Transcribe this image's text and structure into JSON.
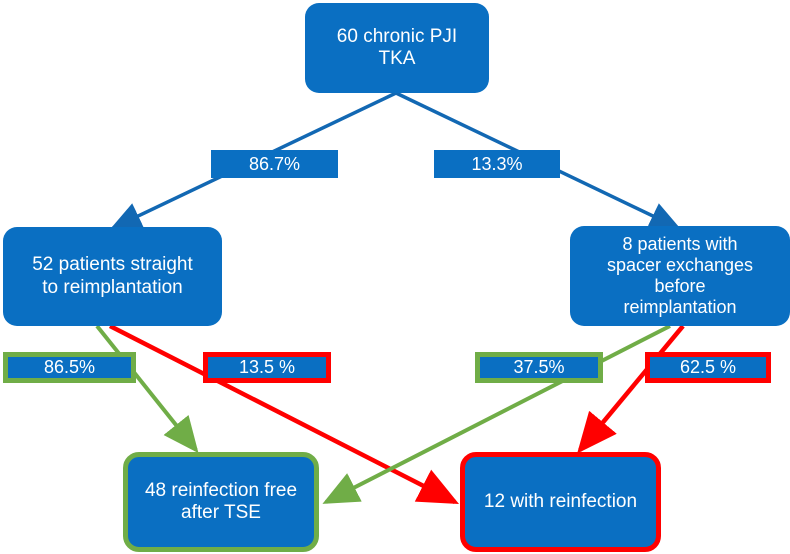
{
  "diagram": {
    "title_text": "",
    "colors": {
      "node_fill": "#0a6fc2",
      "node_text": "#ffffff",
      "connector_blue": "#1268b3",
      "success_green": "#70ad47",
      "failure_red": "#ff0000",
      "background": "#ffffff"
    },
    "nodes": {
      "root": {
        "label": "60 chronic PJI\nTKA",
        "line1": "60 chronic PJI",
        "line2": "TKA"
      },
      "left_branch": {
        "label": "52 patients straight\nto reimplantation",
        "line1": "52 patients straight",
        "line2": "to reimplantation"
      },
      "right_branch": {
        "label": "8 patients with\nspacer exchanges\nbefore\nreimplantation",
        "line1": "8 patients with",
        "line2": "spacer exchanges",
        "line3": "before",
        "line4": "reimplantation"
      },
      "outcome_success": {
        "label": "48 reinfection free\nafter TSE",
        "line1": "48 reinfection free",
        "line2": "after TSE"
      },
      "outcome_failure": {
        "label": "12 with reinfection",
        "line1": "12 with reinfection"
      }
    },
    "badges": {
      "root_to_left": "86.7%",
      "root_to_right": "13.3%",
      "left_success": "86.5%",
      "left_failure": "13.5 %",
      "right_success": "37.5%",
      "right_failure": "62.5 %"
    }
  },
  "chart_data": {
    "type": "diagram",
    "title": "Treatment flow of 60 chronic PJI TKA",
    "total": 60,
    "nodes": [
      {
        "id": "root",
        "label": "60 chronic PJI TKA",
        "value": 60
      },
      {
        "id": "left_branch",
        "label": "52 patients straight to reimplantation",
        "value": 52
      },
      {
        "id": "right_branch",
        "label": "8 patients with spacer exchanges before reimplantation",
        "value": 8
      },
      {
        "id": "outcome_success",
        "label": "48 reinfection free after TSE",
        "value": 48
      },
      {
        "id": "outcome_failure",
        "label": "12 with reinfection",
        "value": 12
      }
    ],
    "edges": [
      {
        "from": "root",
        "to": "left_branch",
        "label": "86.7%",
        "percent": 86.7,
        "color": "#1268b3"
      },
      {
        "from": "root",
        "to": "right_branch",
        "label": "13.3%",
        "percent": 13.3,
        "color": "#1268b3"
      },
      {
        "from": "left_branch",
        "to": "outcome_success",
        "label": "86.5%",
        "percent": 86.5,
        "color": "#70ad47"
      },
      {
        "from": "left_branch",
        "to": "outcome_failure",
        "label": "13.5 %",
        "percent": 13.5,
        "color": "#ff0000"
      },
      {
        "from": "right_branch",
        "to": "outcome_success",
        "label": "37.5%",
        "percent": 37.5,
        "color": "#70ad47"
      },
      {
        "from": "right_branch",
        "to": "outcome_failure",
        "label": "62.5 %",
        "percent": 62.5,
        "color": "#ff0000"
      }
    ]
  }
}
